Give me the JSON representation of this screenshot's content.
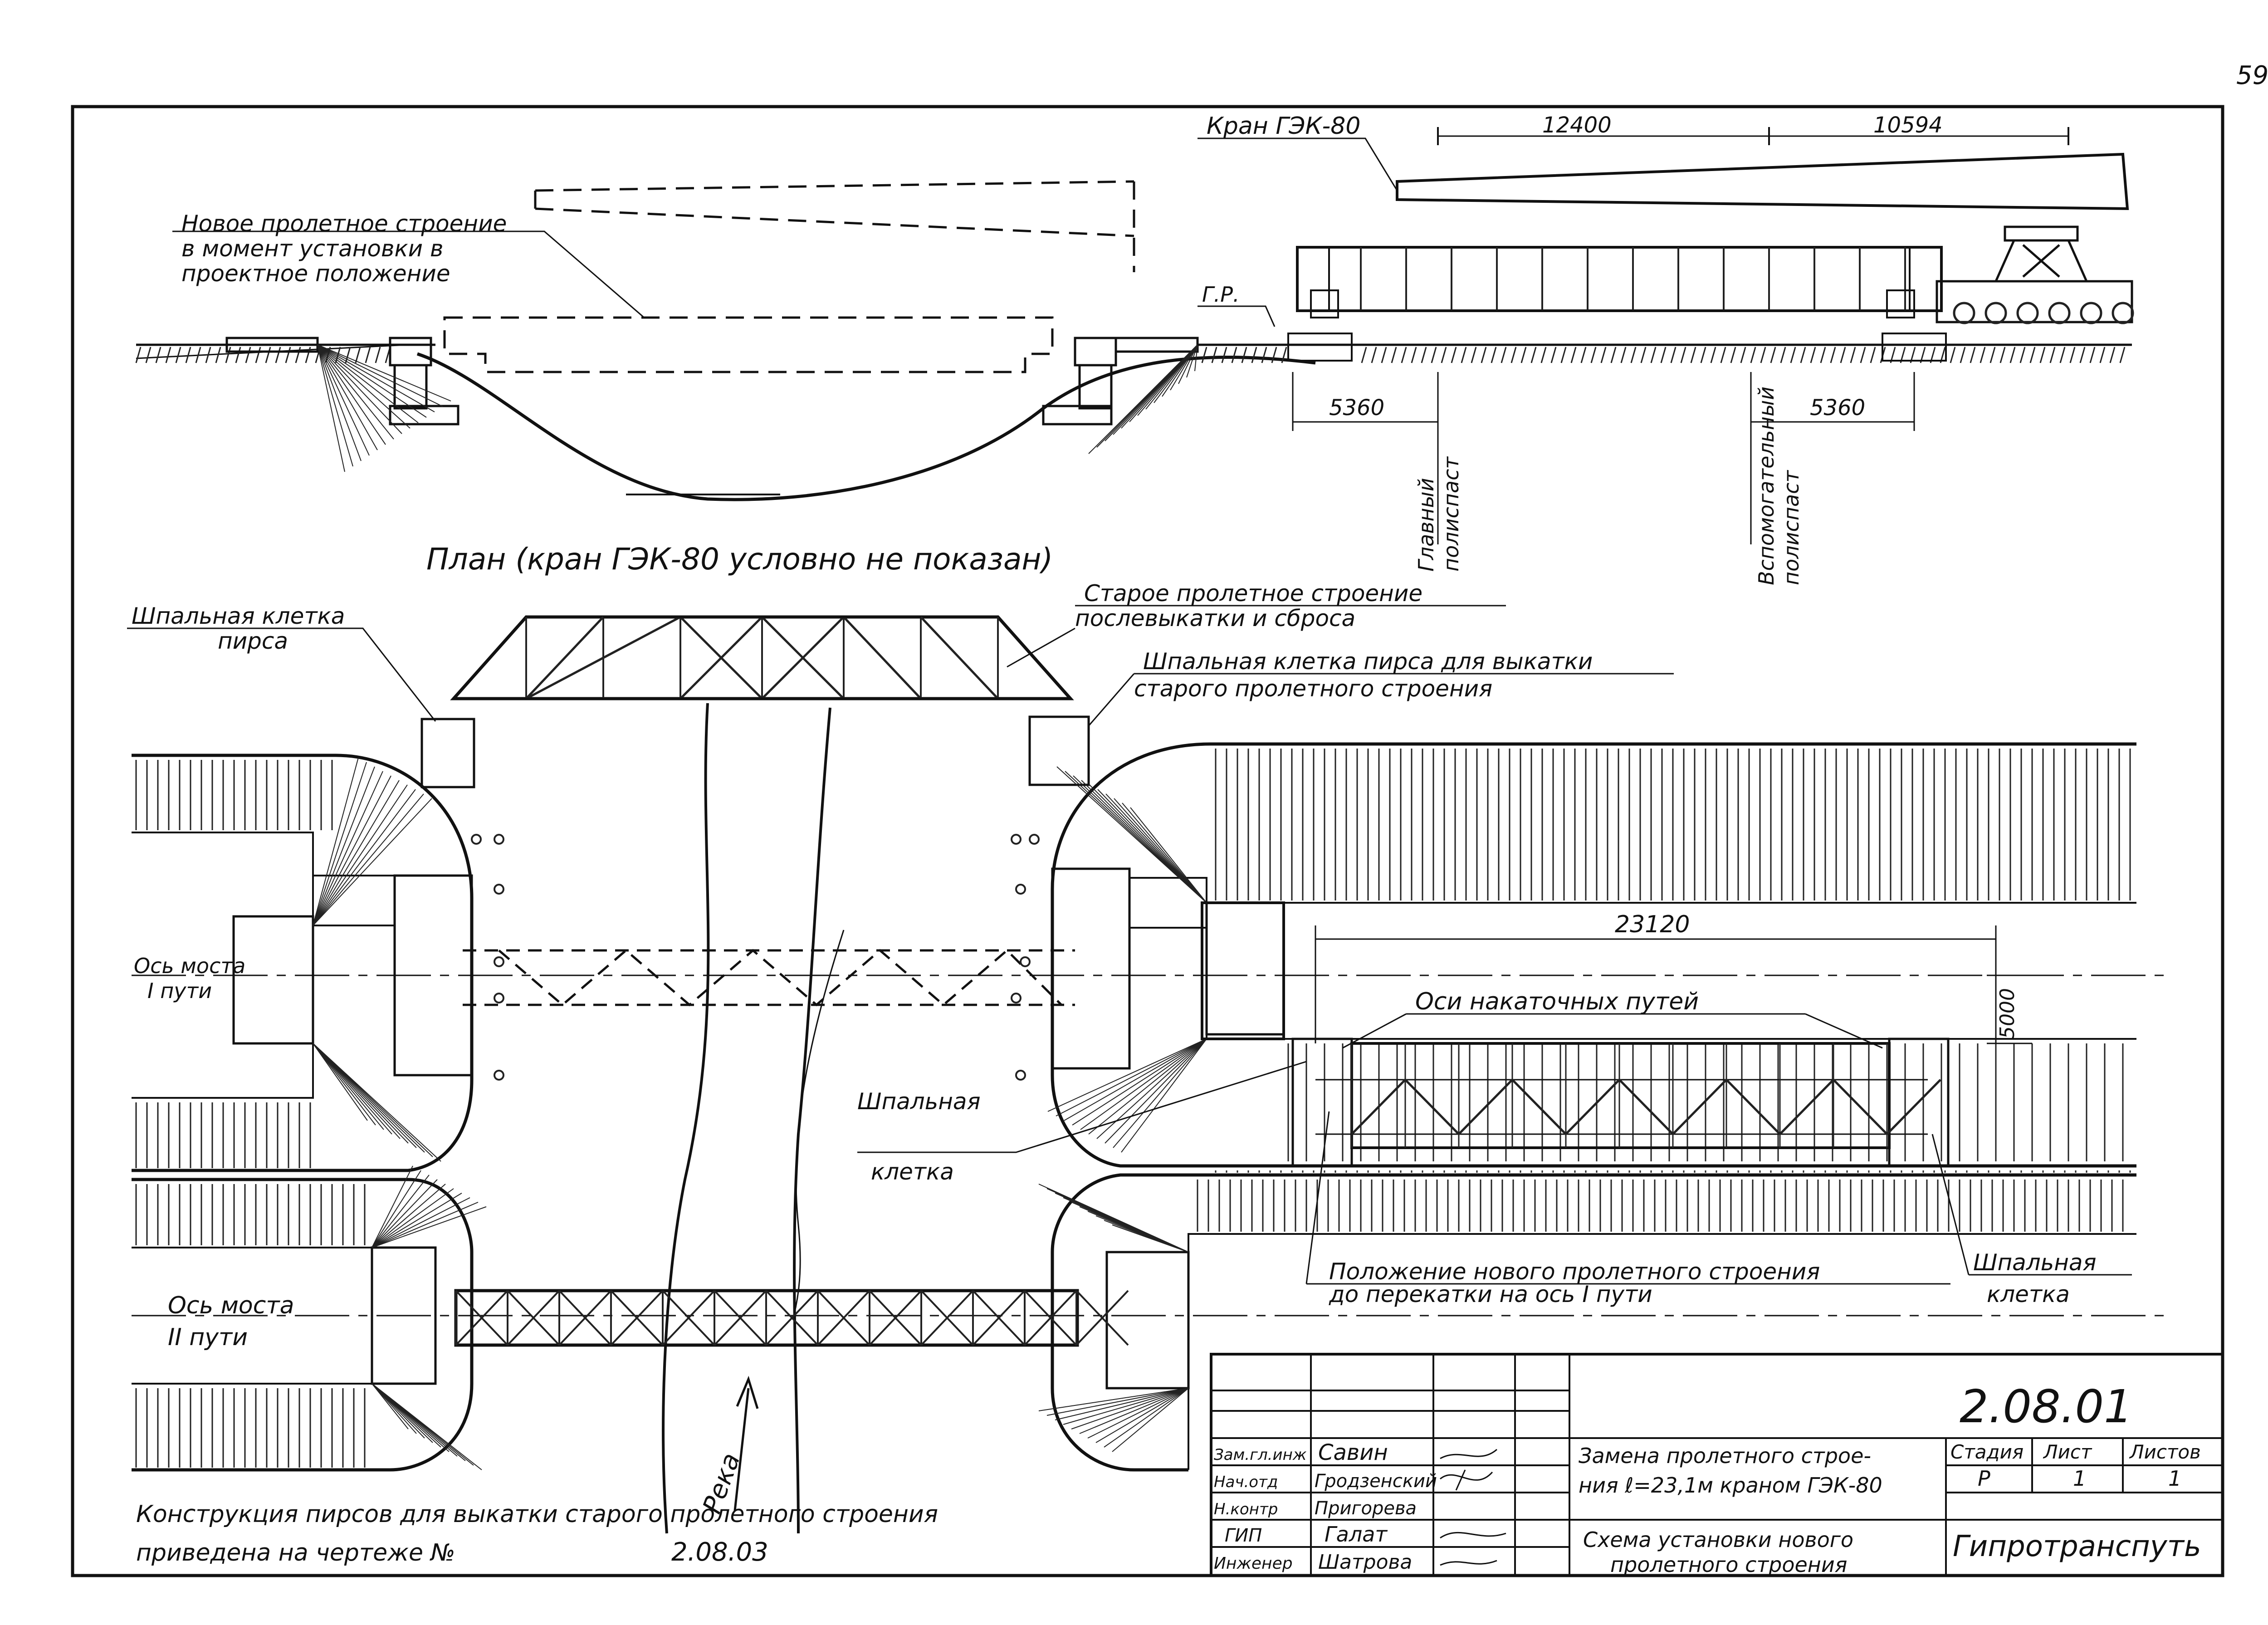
{
  "page_number": "59",
  "elevation": {
    "crane_label": "Кран ГЭК-80",
    "dim_12400": "12400",
    "dim_10594": "10594",
    "new_span_note": [
      "Новое пролетное строение",
      "в момент установки в",
      "проектное положение"
    ],
    "rail_head_mark": "Г.Р.",
    "dim_5360_left": "5360",
    "dim_5360_right": "5360",
    "main_outrigger": [
      "Главный",
      "полиспаст"
    ],
    "aux_outrigger": [
      "Вспомогательный",
      "полиспаст"
    ]
  },
  "plan": {
    "title": "План (кран ГЭК-80 условно не показан)",
    "pier_crib": [
      "Шпальная клетка",
      "пирса"
    ],
    "old_span_after": [
      "Старое пролетное строение",
      "послевыкатки и сброса"
    ],
    "pier_crib_rollout": [
      "Шпальная клетка пирса для выкатки",
      "старого пролетного строения"
    ],
    "bridge_axis_1": [
      "Ось моста",
      "I пути"
    ],
    "bridge_axis_2": [
      "Ось моста",
      "II пути"
    ],
    "dim_23120": "23120",
    "dim_5000": "5000",
    "rolling_tracks": "Оси накаточных путей",
    "sleeper_crib_mid": [
      "Шпальная",
      "клетка"
    ],
    "new_span_position": [
      "Положение нового пролетного строения",
      "до перекатки на ось I пути"
    ],
    "sleeper_crib_right": [
      "Шпальная",
      "клетка"
    ],
    "river": "Река",
    "pier_note": [
      "Конструкция пирсов для выкатки старого пролетного строения",
      "приведена на чертеже №"
    ],
    "pier_note_ref": "2.08.03"
  },
  "title_block": {
    "code": "2.08.01",
    "roles": [
      {
        "role": "Зам.гл.инж",
        "name": "Савин"
      },
      {
        "role": "Нач.отд",
        "name": "Гродзенский"
      },
      {
        "role": "Н.контр",
        "name": "Пригорева"
      },
      {
        "role": "ГИП",
        "name": "Галат"
      },
      {
        "role": "Инженер",
        "name": "Шатрова"
      }
    ],
    "subject_line1": "Замена пролетного строе-",
    "subject_line2": "ния  ℓ=23,1м краном ГЭК-80",
    "sheet_title_1": "Схема установки нового",
    "sheet_title_2": "пролетного строения",
    "stage_header": "Стадия",
    "sheet_header": "Лист",
    "sheets_header": "Листов",
    "stage": "Р",
    "sheet": "1",
    "sheets": "1",
    "organization": "Гипротранспуть"
  }
}
